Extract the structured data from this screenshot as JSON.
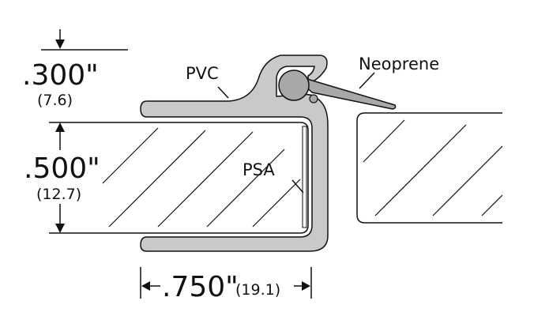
{
  "labels": {
    "pvc": "PVC",
    "neoprene": "Neoprene",
    "psa": "PSA"
  },
  "dimensions": {
    "top_flange_in": ".300\"",
    "top_flange_mm": "(7.6)",
    "panel_thickness_in": ".500\"",
    "panel_thickness_mm": "(12.7)",
    "width_in": ".750\"",
    "width_mm": "(19.1)"
  },
  "colors": {
    "pvc_fill": "#c9c9c9",
    "neoprene_fill": "#a8a8a8",
    "line": "#111111",
    "panel_fill": "#ffffff"
  }
}
